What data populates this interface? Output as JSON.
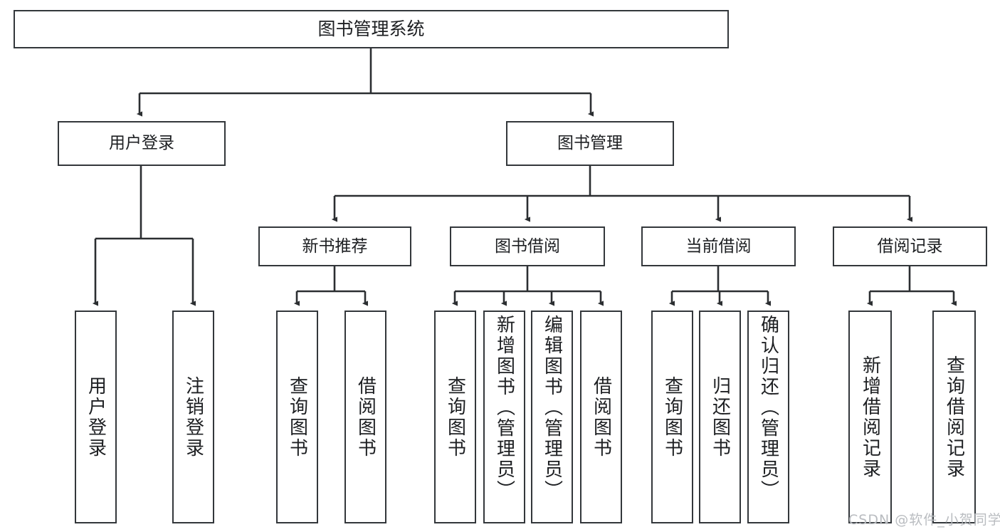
{
  "diagram": {
    "title": "图书管理系统",
    "type": "hierarchy-tree",
    "colors": {
      "box_border": "#33373b",
      "box_fill": "#ffffff",
      "connector": "#2b2e31",
      "text": "#1d1f22",
      "watermark": "#b9bcc0",
      "background": "#ffffff"
    },
    "root": {
      "label": "图书管理系统"
    },
    "level1": [
      {
        "label": "用户登录"
      },
      {
        "label": "图书管理"
      }
    ],
    "level2": [
      {
        "label": "新书推荐"
      },
      {
        "label": "图书借阅"
      },
      {
        "label": "当前借阅"
      },
      {
        "label": "借阅记录"
      }
    ],
    "leaves": {
      "user_login": [
        {
          "label": "用户登录"
        },
        {
          "label": "注销登录"
        }
      ],
      "new_book_recommend": [
        {
          "label": "查询图书"
        },
        {
          "label": "借阅图书"
        }
      ],
      "book_borrow": [
        {
          "label": "查询图书"
        },
        {
          "label": "新增图书（管理员）"
        },
        {
          "label": "编辑图书（管理员）"
        },
        {
          "label": "借阅图书"
        }
      ],
      "current_borrow": [
        {
          "label": "查询图书"
        },
        {
          "label": "归还图书"
        },
        {
          "label": "确认归还（管理员）"
        }
      ],
      "borrow_records": [
        {
          "label": "新增借阅记录"
        },
        {
          "label": "查询借阅记录"
        }
      ]
    },
    "watermark": "CSDN @软件_小贺同学"
  }
}
